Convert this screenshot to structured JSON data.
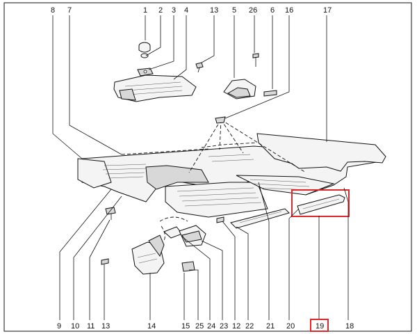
{
  "callouts_top": [
    {
      "id": "8",
      "label": "8"
    },
    {
      "id": "7",
      "label": "7"
    },
    {
      "id": "1",
      "label": "1"
    },
    {
      "id": "2",
      "label": "2"
    },
    {
      "id": "3",
      "label": "3"
    },
    {
      "id": "4",
      "label": "4"
    },
    {
      "id": "13a",
      "label": "13"
    },
    {
      "id": "5",
      "label": "5"
    },
    {
      "id": "26",
      "label": "26"
    },
    {
      "id": "6",
      "label": "6"
    },
    {
      "id": "16",
      "label": "16"
    },
    {
      "id": "17",
      "label": "17"
    }
  ],
  "callouts_bottom": [
    {
      "id": "9",
      "label": "9"
    },
    {
      "id": "10",
      "label": "10"
    },
    {
      "id": "11",
      "label": "11"
    },
    {
      "id": "13b",
      "label": "13"
    },
    {
      "id": "14",
      "label": "14"
    },
    {
      "id": "15",
      "label": "15"
    },
    {
      "id": "25",
      "label": "25"
    },
    {
      "id": "24",
      "label": "24"
    },
    {
      "id": "23",
      "label": "23"
    },
    {
      "id": "12",
      "label": "12"
    },
    {
      "id": "22",
      "label": "22"
    },
    {
      "id": "21",
      "label": "21"
    },
    {
      "id": "20",
      "label": "20"
    },
    {
      "id": "19",
      "label": "19"
    },
    {
      "id": "18",
      "label": "18"
    }
  ],
  "highlight": {
    "part": "19",
    "color": "#e0262a"
  }
}
